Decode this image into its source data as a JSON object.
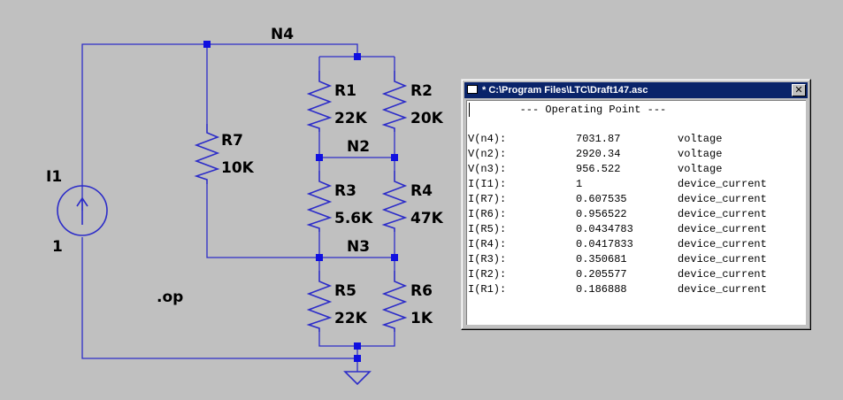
{
  "schematic": {
    "net_labels": {
      "n4": "N4",
      "n2": "N2",
      "n3": "N3"
    },
    "components": {
      "r1": {
        "name": "R1",
        "value": "22K"
      },
      "r2": {
        "name": "R2",
        "value": "20K"
      },
      "r3": {
        "name": "R3",
        "value": "5.6K"
      },
      "r4": {
        "name": "R4",
        "value": "47K"
      },
      "r5": {
        "name": "R5",
        "value": "22K"
      },
      "r6": {
        "name": "R6",
        "value": "1K"
      },
      "r7": {
        "name": "R7",
        "value": "10K"
      },
      "i1": {
        "name": "I1",
        "value": "1"
      }
    },
    "directive": ".op",
    "colors": {
      "wire": "#2c2cc8",
      "node": "#1010e0",
      "background": "#c0c0c0"
    }
  },
  "op_window": {
    "title": "* C:\\Program Files\\LTC\\Draft147.asc",
    "close_glyph": "✕",
    "header": "--- Operating Point ---",
    "rows": [
      {
        "name": "V(n4):",
        "value": "7031.87",
        "unit": "voltage"
      },
      {
        "name": "V(n2):",
        "value": "2920.34",
        "unit": "voltage"
      },
      {
        "name": "V(n3):",
        "value": "956.522",
        "unit": "voltage"
      },
      {
        "name": "I(I1):",
        "value": "1",
        "unit": "device_current"
      },
      {
        "name": "I(R7):",
        "value": "0.607535",
        "unit": "device_current"
      },
      {
        "name": "I(R6):",
        "value": "0.956522",
        "unit": "device_current"
      },
      {
        "name": "I(R5):",
        "value": "0.0434783",
        "unit": "device_current"
      },
      {
        "name": "I(R4):",
        "value": "0.0417833",
        "unit": "device_current"
      },
      {
        "name": "I(R3):",
        "value": "0.350681",
        "unit": "device_current"
      },
      {
        "name": "I(R2):",
        "value": "0.205577",
        "unit": "device_current"
      },
      {
        "name": "I(R1):",
        "value": "0.186888",
        "unit": "device_current"
      }
    ],
    "colors": {
      "title_bar": "#0a246a",
      "title_text": "#ffffff"
    }
  }
}
